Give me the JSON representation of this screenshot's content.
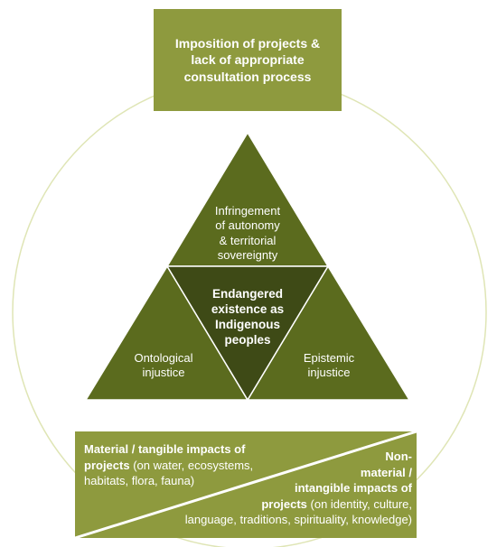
{
  "colors": {
    "box_green": "#8e9a3e",
    "triangle_dark": "#5b6b1e",
    "triangle_darkest": "#3e4a16",
    "circle_stroke": "#dfe5b5",
    "divider": "#ffffff"
  },
  "top_box": {
    "text_line1": "Imposition of projects &",
    "text_line2": "lack of appropriate",
    "text_line3": "consultation process"
  },
  "triangle": {
    "top": {
      "line1": "Infringement",
      "line2": "of autonomy",
      "line3": "& territorial",
      "line4": "sovereignty"
    },
    "center": {
      "line1": "Endangered",
      "line2": "existence as",
      "line3": "Indigenous",
      "line4": "peoples"
    },
    "left": {
      "line1": "Ontological",
      "line2": "injustice"
    },
    "right": {
      "line1": "Epistemic",
      "line2": "injustice"
    }
  },
  "bottom": {
    "material": {
      "bold1": "Material / tangible impacts of",
      "bold2": "projects",
      "rest2": " (on water, ecosystems,",
      "line3": "habitats, flora, fauna)"
    },
    "non_material": {
      "line1": "Non-",
      "line2": "material /",
      "line3": "intangible impacts of",
      "bold4": "projects",
      "rest4": " (on identity, culture,",
      "line5": "language, traditions, spirituality, knowledge)"
    }
  }
}
